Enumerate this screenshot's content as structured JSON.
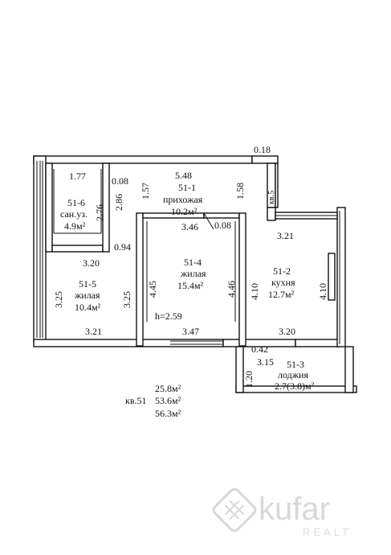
{
  "rooms": {
    "hall": {
      "dims_top": "5.48",
      "number": "51-1",
      "name": "прихожая",
      "area": "10.2м²",
      "w_left": "1.57",
      "w_right": "1.58",
      "w_inner": "3.46",
      "w_small": "0.08"
    },
    "wc": {
      "dim_top": "1.77",
      "dim_small": "0.08",
      "number": "51-6",
      "name": "сан.уз.",
      "area": "4.9м²",
      "h1": "2.76",
      "h2": "2.86",
      "dim_bottom": "0.94"
    },
    "bedroom_small": {
      "dim_top": "3.20",
      "number": "51-5",
      "name": "жилая",
      "area": "10.4м²",
      "h_left": "3.25",
      "h_right": "3.25",
      "dim_bottom": "3.21"
    },
    "bedroom_main": {
      "number": "51-4",
      "name": "жилая",
      "area": "15.4м²",
      "h_left": "4.45",
      "h_right": "4.46",
      "ceiling": "h=2.59",
      "dim_bottom": "3.47"
    },
    "kitchen": {
      "dim_top": "3.21",
      "number": "51-2",
      "name": "кухня",
      "area": "12.7м²",
      "h_left": "4.10",
      "h_right": "4.10",
      "dim_bottom": "3.20"
    },
    "loggia": {
      "dim_top": "0.42",
      "dim_inner": "3.15",
      "number": "51-3",
      "name": "лоджия",
      "area": "2.7(3.8)м²",
      "h_left": "1.20"
    },
    "shaft": {
      "label": "кв.5",
      "dim_top": "0.18"
    }
  },
  "summary": {
    "living": "25.8м²",
    "flat_label": "кв.51",
    "total": "53.6м²",
    "total_with_loggia": "56.3м²"
  },
  "watermark": {
    "brand": "kufar",
    "sub": "REALT"
  }
}
